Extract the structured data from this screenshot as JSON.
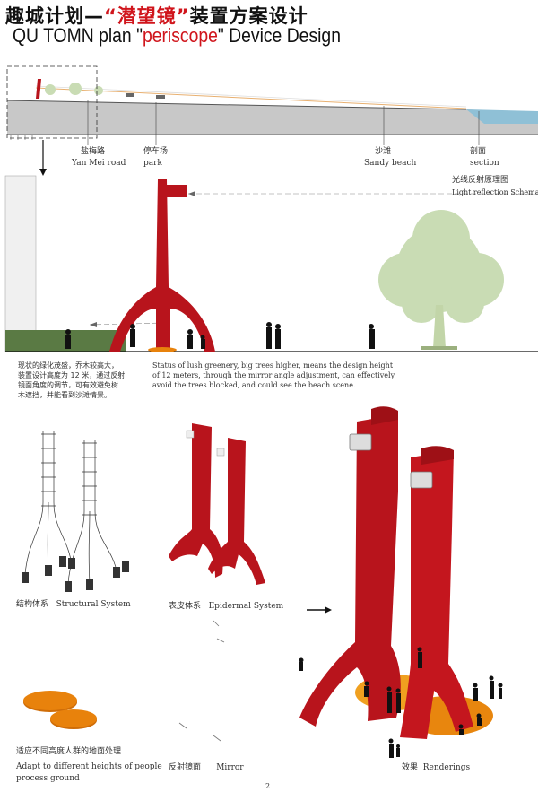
{
  "title": {
    "cn_prefix": "趣城计划—",
    "cn_highlight": "“潜望镜”",
    "cn_suffix": "装置方案设计",
    "en_prefix": "QU TOMN plan  \"",
    "en_highlight": "periscope",
    "en_suffix": "\" Device Design"
  },
  "section_labels": [
    {
      "cn": "盐梅路",
      "en": "Yan Mei road"
    },
    {
      "cn": "停车场",
      "en": "park"
    },
    {
      "cn": "沙滩",
      "en": "Sandy beach"
    },
    {
      "cn": "剖面",
      "en": "section"
    }
  ],
  "schematic": {
    "cn": "光线反射原理图",
    "en": "Light reflection Schematic"
  },
  "description": {
    "cn_lines": [
      "现状的绿化茂盛，乔木较高大，",
      "装置设计高度为 12 米，通过反射",
      "镜面角度的调节，可有效避免树",
      "木遮挡，并能看到沙滩情景。"
    ],
    "en_lines": [
      "Status of lush greenery, big trees higher, means the design height",
      "of 12 meters, through the mirror angle adjustment, can effectively",
      "avoid the trees blocked, and could see the beach scene."
    ]
  },
  "captions": {
    "structural": {
      "cn": "结构体系",
      "en": "Structural System"
    },
    "epidermal": {
      "cn": "表皮体系",
      "en": "Epidermal System"
    },
    "ground": {
      "cn": "适应不同高度人群的地面处理",
      "en_lines": [
        "Adapt to different heights of people",
        "process ground"
      ]
    },
    "mirror": {
      "cn": "反射镜面",
      "en": "Mirror"
    },
    "renderings": {
      "cn": "效果",
      "en": "Renderings"
    }
  },
  "page_number": "2",
  "colors": {
    "accent_red": "#d0151c",
    "device_red": "#b8141c",
    "ground_orange": "#e8820c",
    "tree_green": "#c9dcb4",
    "sea_blue": "#8fc0d6"
  }
}
